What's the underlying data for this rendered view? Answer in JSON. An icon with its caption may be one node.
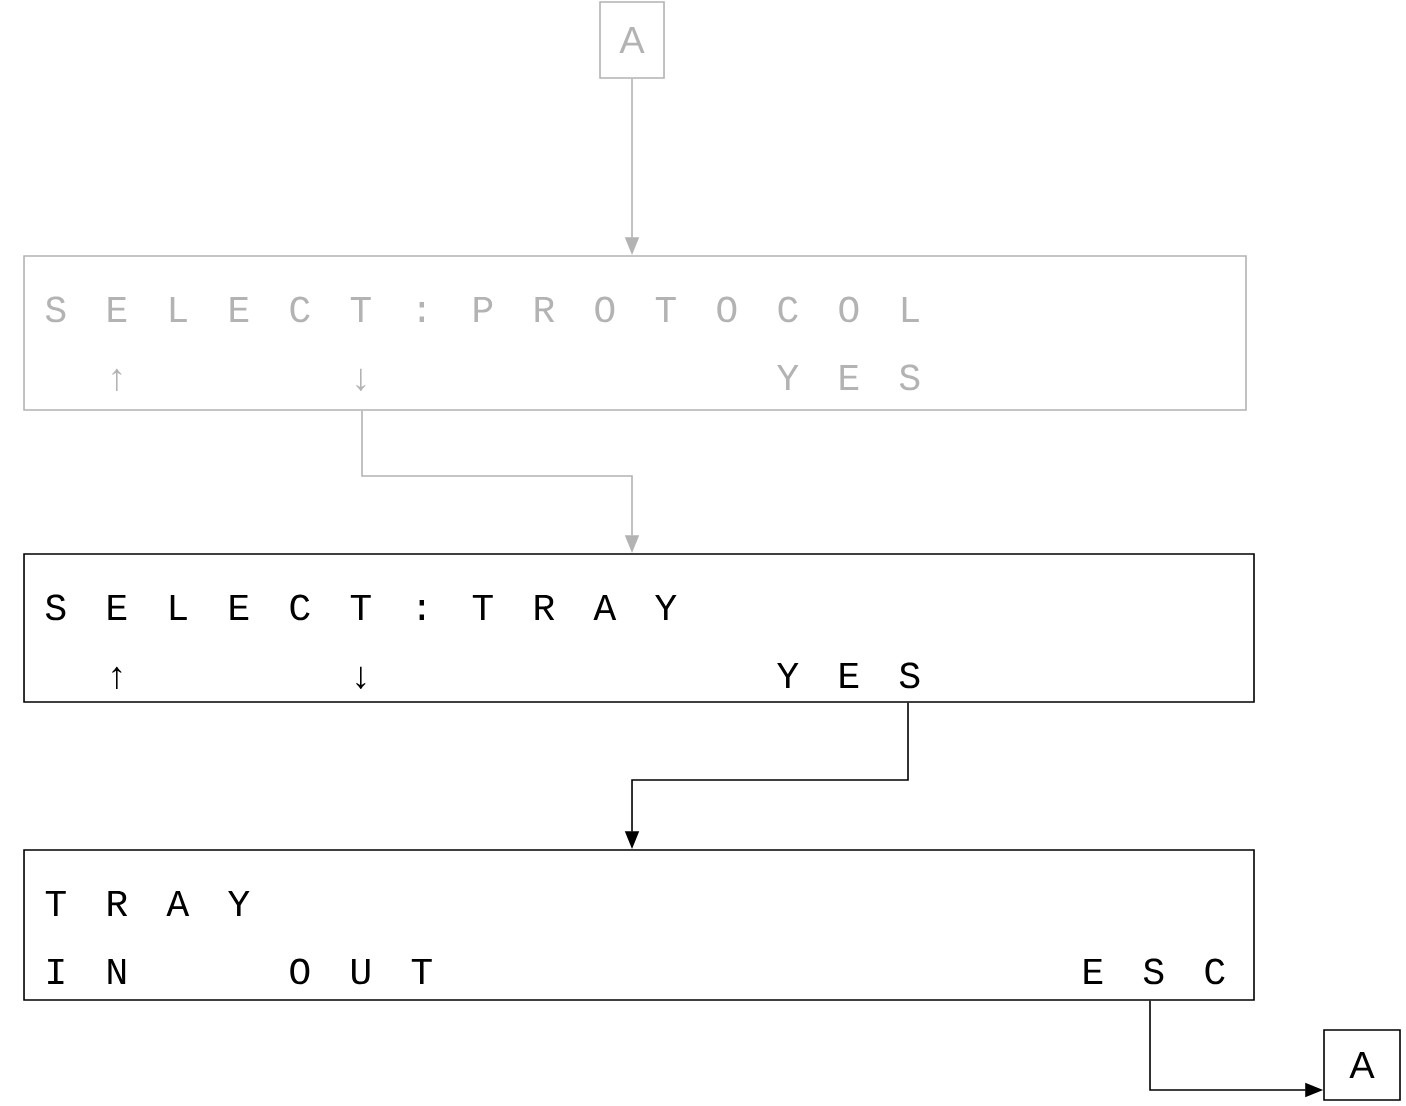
{
  "diagram": {
    "nodes": [
      {
        "text": [
          "A"
        ]
      },
      {
        "text": [
          "S E L E C T : P R O T O C O L",
          "↑",
          "↓",
          "Y E S"
        ]
      },
      {
        "text": [
          "S E L E C T : T R A Y",
          "↑",
          "↓",
          "Y E S"
        ]
      },
      {
        "text": [
          "T R A Y",
          "I N",
          "O U T",
          "E S C"
        ]
      },
      {
        "text": [
          "A"
        ]
      }
    ],
    "edges": [
      {
        "from": 0,
        "to": 1,
        "arrow": "to",
        "color": "#b3b3b3"
      },
      {
        "from": 1,
        "to": 2,
        "arrow": "to",
        "color": "#b3b3b3"
      },
      {
        "from": 2,
        "to": 3,
        "arrow": "to",
        "color": "#000000"
      },
      {
        "from": 3,
        "to": 4,
        "arrow": "to",
        "color": "#000000"
      }
    ]
  }
}
